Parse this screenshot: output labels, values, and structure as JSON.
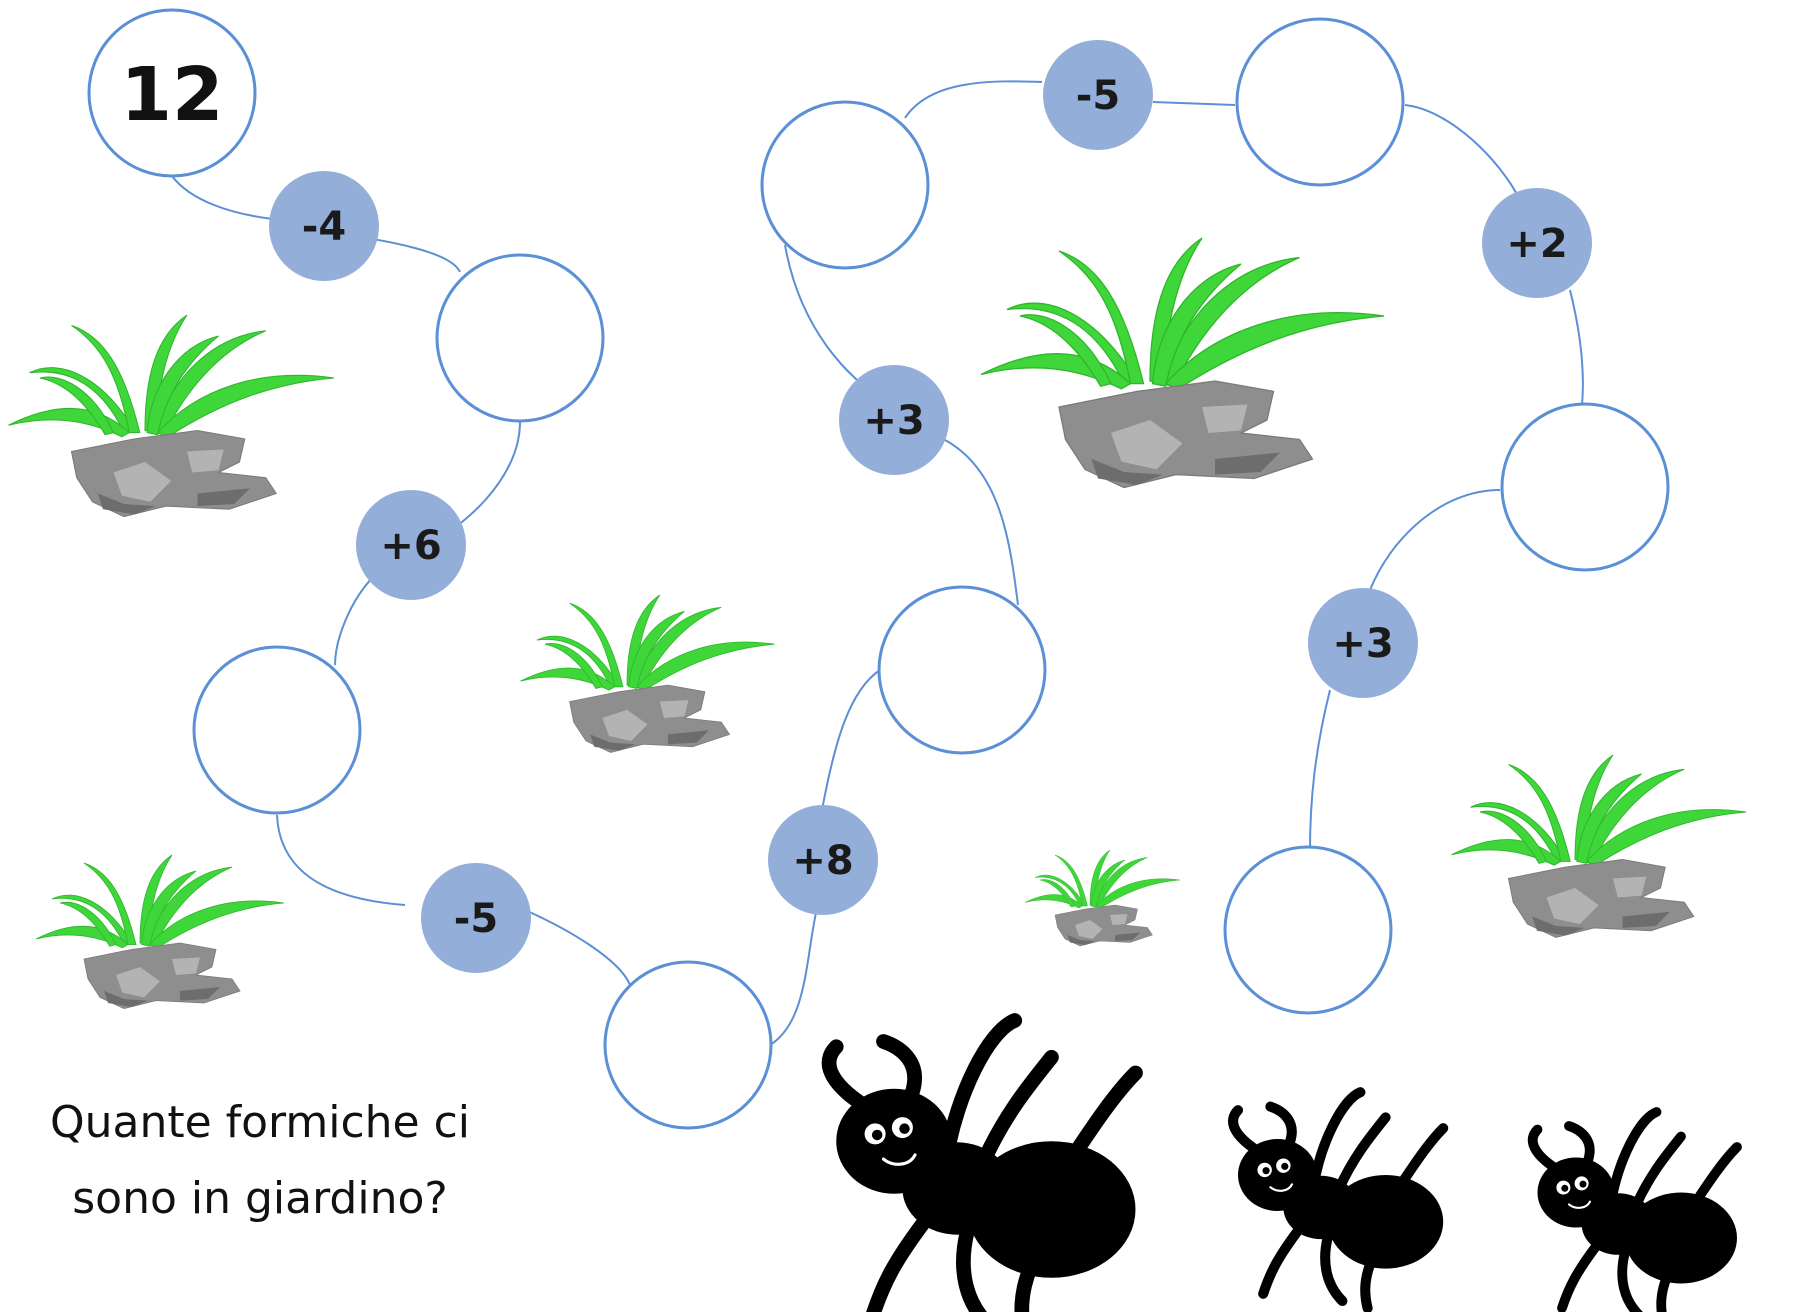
{
  "start_value": "12",
  "operations": [
    "-4",
    "+6",
    "-5",
    "+8",
    "+3",
    "-5",
    "+2",
    "+3"
  ],
  "question": "Quante formiche ci sono in giardino?",
  "colors": {
    "circle_stroke": "#5b8fd6",
    "operation_fill": "#93aed8",
    "path_line": "#5b8fd6",
    "grass": "#3fd63a",
    "rock": "#8e8e8e",
    "ant": "#000000"
  },
  "icons": [
    "grass-rock-icon",
    "ant-icon"
  ]
}
